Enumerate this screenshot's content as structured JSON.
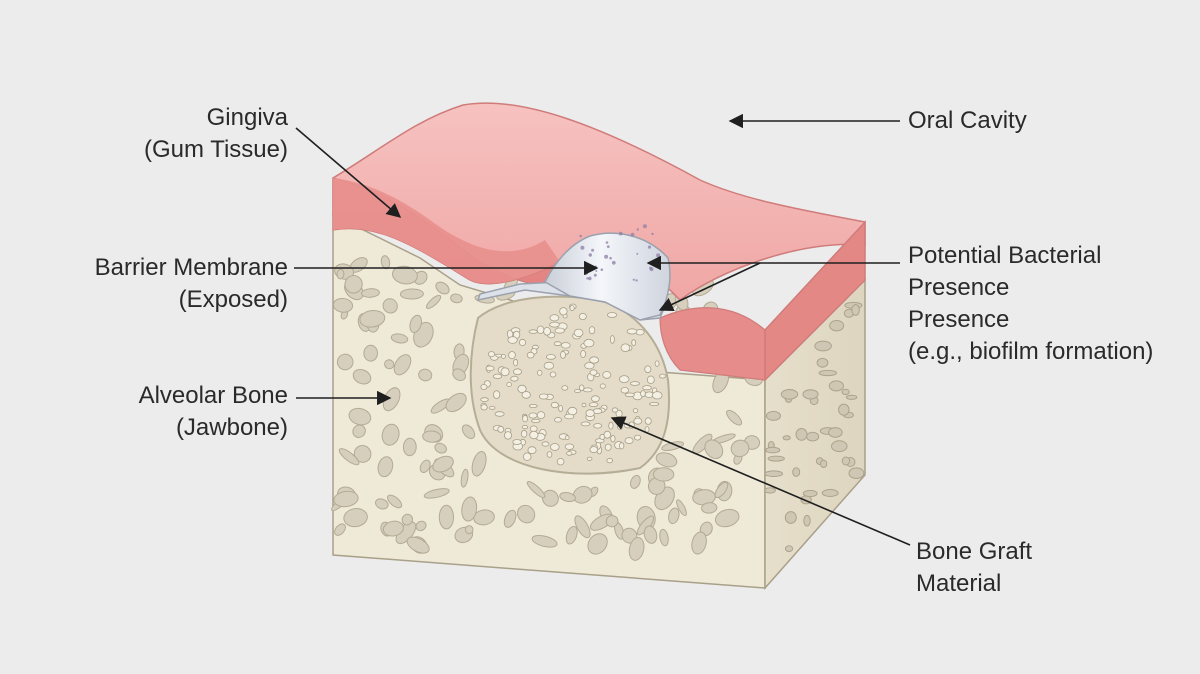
{
  "labels": {
    "gingiva": {
      "line1": "Gingiva",
      "line2": "(Gum Tissue)"
    },
    "barrier": {
      "line1": "Barrier Membrane",
      "line2": "(Exposed)"
    },
    "alveolar": {
      "line1": "Alveolar Bone",
      "line2": "(Jawbone)"
    },
    "oral": {
      "line1": "Oral Cavity"
    },
    "bacterial": {
      "line1": "Potential Bacterial",
      "line2": "Presence",
      "line3": "Presence",
      "line4": "(e.g., biofilm formation)"
    },
    "graft": {
      "line1": "Bone Graft",
      "line2": "Material"
    }
  },
  "colors": {
    "background": "#ececec",
    "gum_top": "#f3b3b1",
    "gum_front": "#e68c8b",
    "gum_side": "#ee9e9c",
    "bone_base": "#efe9d8",
    "bone_pore": "#d6cfbe",
    "graft": "#e4dcc8",
    "membrane": "#e3e7ef",
    "text": "#2a2a2a",
    "arrow": "#1f1f1f"
  }
}
